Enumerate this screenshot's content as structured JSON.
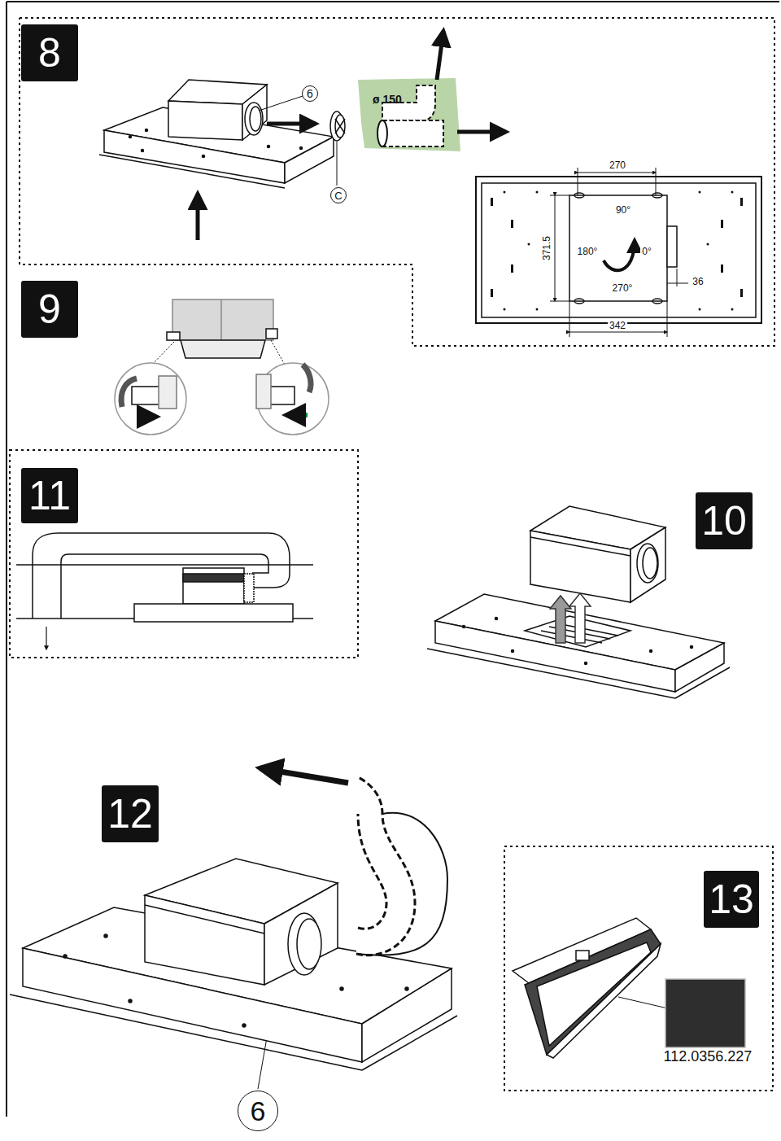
{
  "diagram": {
    "nodes": [
      {
        "text": [
          "8"
        ]
      },
      {
        "text": [
          "6"
        ]
      },
      {
        "text": [
          "C"
        ]
      },
      {
        "text": [
          "9"
        ]
      },
      {
        "text": [
          "11"
        ]
      },
      {
        "text": [
          "10"
        ]
      },
      {
        "text": [
          "12"
        ]
      },
      {
        "text": [
          "6"
        ]
      },
      {
        "text": [
          "13"
        ]
      }
    ],
    "labels": [
      "ø 150",
      "270",
      "90°",
      "371.5",
      "180°",
      "0°",
      "36",
      "270°",
      "342",
      "112.0356.227"
    ]
  }
}
